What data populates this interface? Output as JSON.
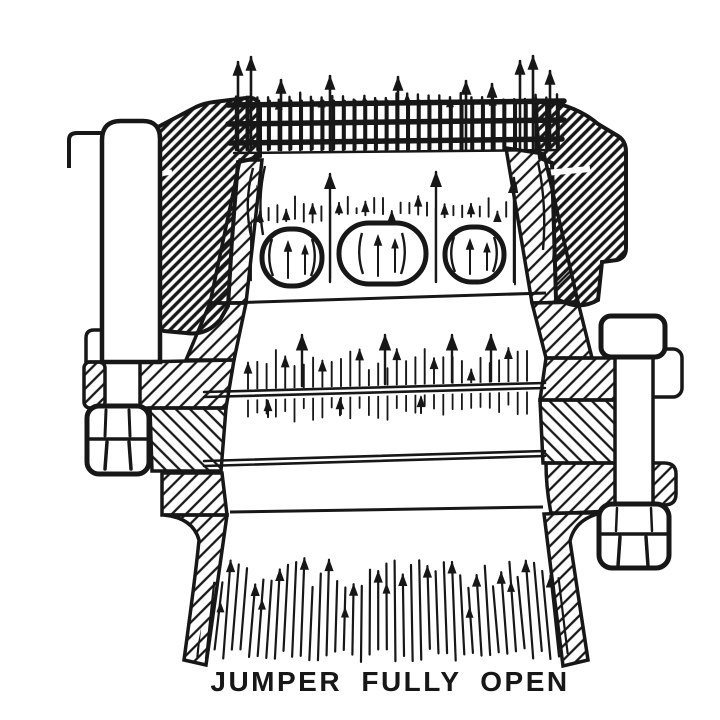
{
  "figure": {
    "caption": "JUMPER FULLY OPEN",
    "ink_color": "#171717",
    "paper_color": "#ffffff",
    "components": [
      "bonnet-cross-section-left",
      "bonnet-cross-section-right",
      "slotted-outlet-band",
      "jumper-ports",
      "valve-chamber",
      "body-flanges",
      "left-stud-bolt",
      "left-hex-nut",
      "right-flange-bolt",
      "right-hex-nut",
      "inlet-pipe",
      "upward-flow-arrows"
    ]
  }
}
